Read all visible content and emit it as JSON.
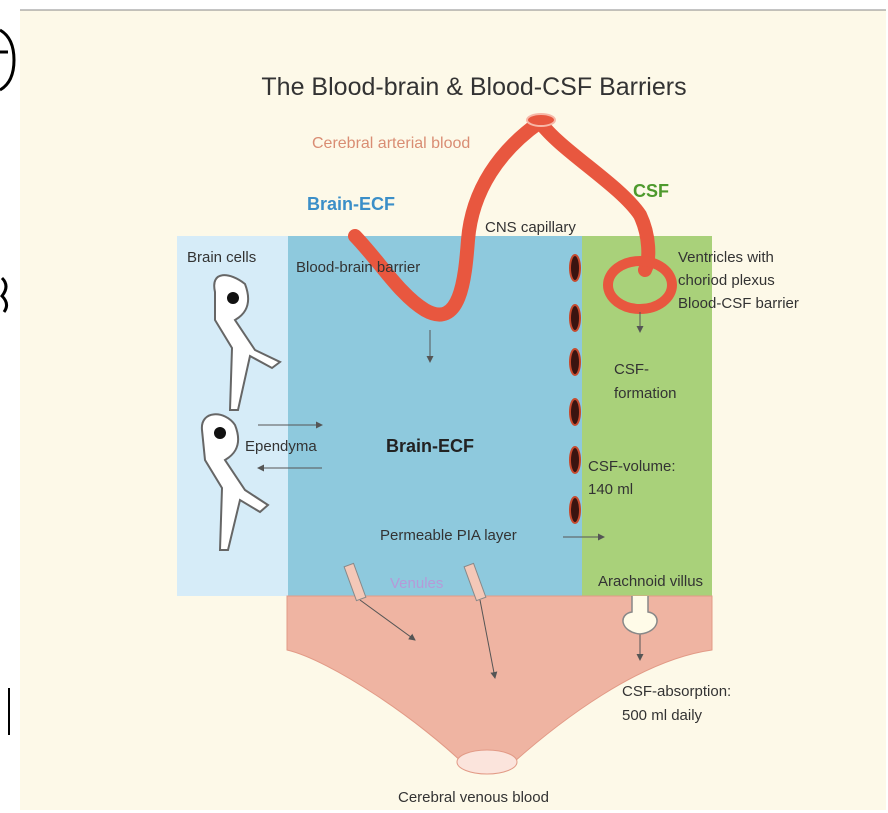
{
  "title": "The Blood-brain & Blood-CSF Barriers",
  "labels": {
    "cerebral_arterial_blood": "Cerebral arterial blood",
    "brain_ecf_top": "Brain-ECF",
    "csf_top": "CSF",
    "cns_capillary": "CNS capillary",
    "brain_cells": "Brain cells",
    "blood_brain_barrier": "Blood-brain barrier",
    "ventricles_line1": "Ventricles with",
    "ventricles_line2": "choriod plexus",
    "ventricles_line3": "Blood-CSF barrier",
    "csf_formation_line1": "CSF-",
    "csf_formation_line2": "formation",
    "ependyma": "Ependyma",
    "brain_ecf_center": "Brain-ECF",
    "csf_volume_line1": "CSF-volume:",
    "csf_volume_line2": "140 ml",
    "permeable_pia": "Permeable PIA layer",
    "venules": "Venules",
    "arachnoid_villus": "Arachnoid villus",
    "csf_absorption_line1": "CSF-absorption:",
    "csf_absorption_line2": "500 ml daily",
    "cerebral_venous_blood": "Cerebral venous blood"
  },
  "colors": {
    "background": "#fdf9e8",
    "brain_cells_region": "#d6ecf8",
    "brain_ecf_region": "#8ec9dd",
    "csf_region": "#a9d17a",
    "artery": "#e8573f",
    "venous": "#efb4a2",
    "title": "#333333",
    "label_blue": "#3b8fc8",
    "label_green": "#4e9a2d",
    "label_red": "#d98d73",
    "venules_label": "#b59ad8"
  }
}
